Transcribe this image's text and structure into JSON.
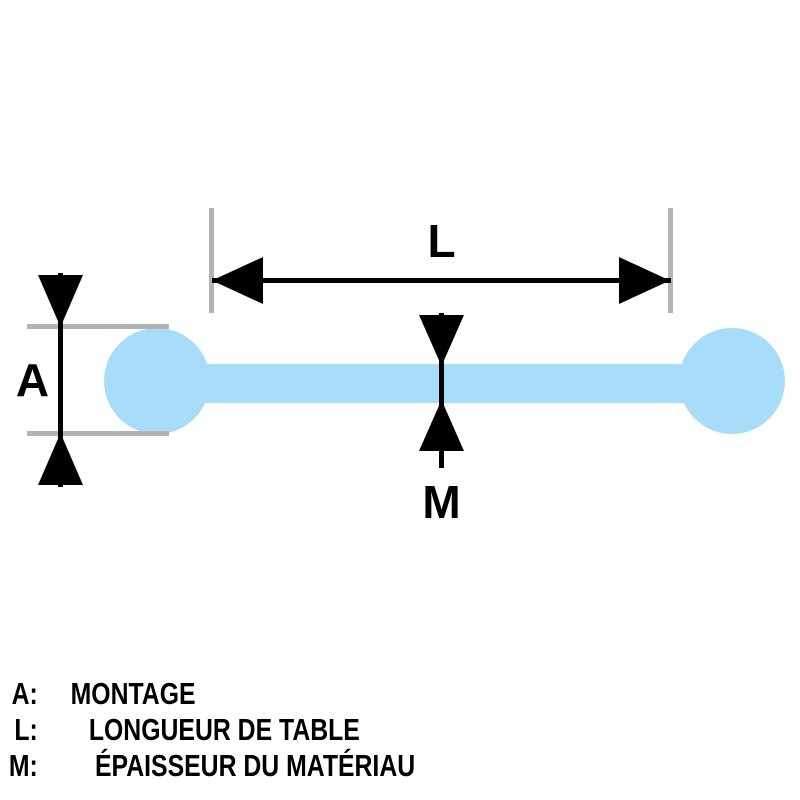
{
  "diagram": {
    "title": "Barbell dimension diagram",
    "colors": {
      "part_fill": "#A8DDFA",
      "extension_line": "#B3B3B3",
      "dimension_line": "#000000",
      "background": "#FFFFFF"
    },
    "labels": {
      "mounting": "A",
      "bar_length": "L",
      "material_thickness": "M"
    }
  },
  "legend": {
    "rows": [
      {
        "key": "A:",
        "term": "MONTAGE"
      },
      {
        "key": "L:",
        "term": "LONGUEUR DE TABLE"
      },
      {
        "key": "M:",
        "term": "ÉPAISSEUR DU MATÉRIAU"
      }
    ]
  }
}
